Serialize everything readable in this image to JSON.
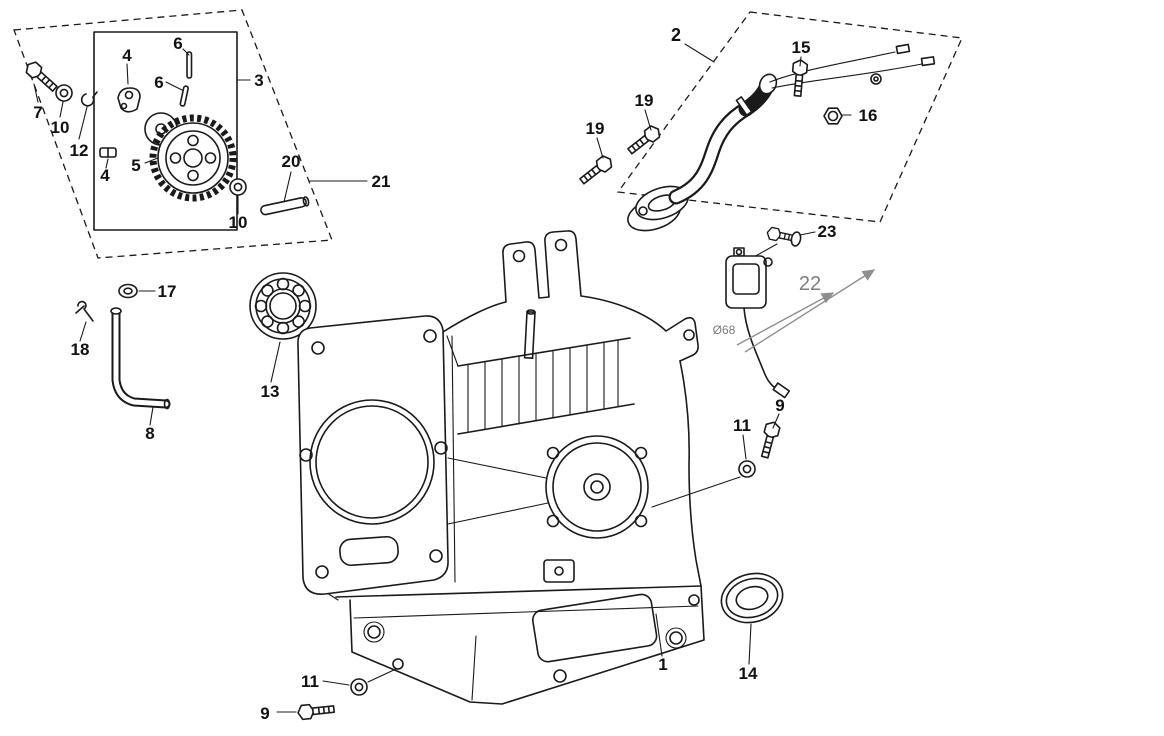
{
  "diagram": {
    "labels": {
      "p1": "1",
      "p2": "2",
      "p3": "3",
      "p4": "4",
      "p5": "5",
      "p6": "6",
      "p7": "7",
      "p8": "8",
      "p9": "9",
      "p10": "10",
      "p11": "11",
      "p12": "12",
      "p13": "13",
      "p14": "14",
      "p15": "15",
      "p16": "16",
      "p17": "17",
      "p18": "18",
      "p19": "19",
      "p20": "20",
      "p21": "21",
      "p22": "22",
      "p23": "23",
      "bore": "Ø68"
    },
    "colors": {
      "ink": "#1a1a1a",
      "muted": "#8f8f8f",
      "background": "#ffffff"
    }
  }
}
